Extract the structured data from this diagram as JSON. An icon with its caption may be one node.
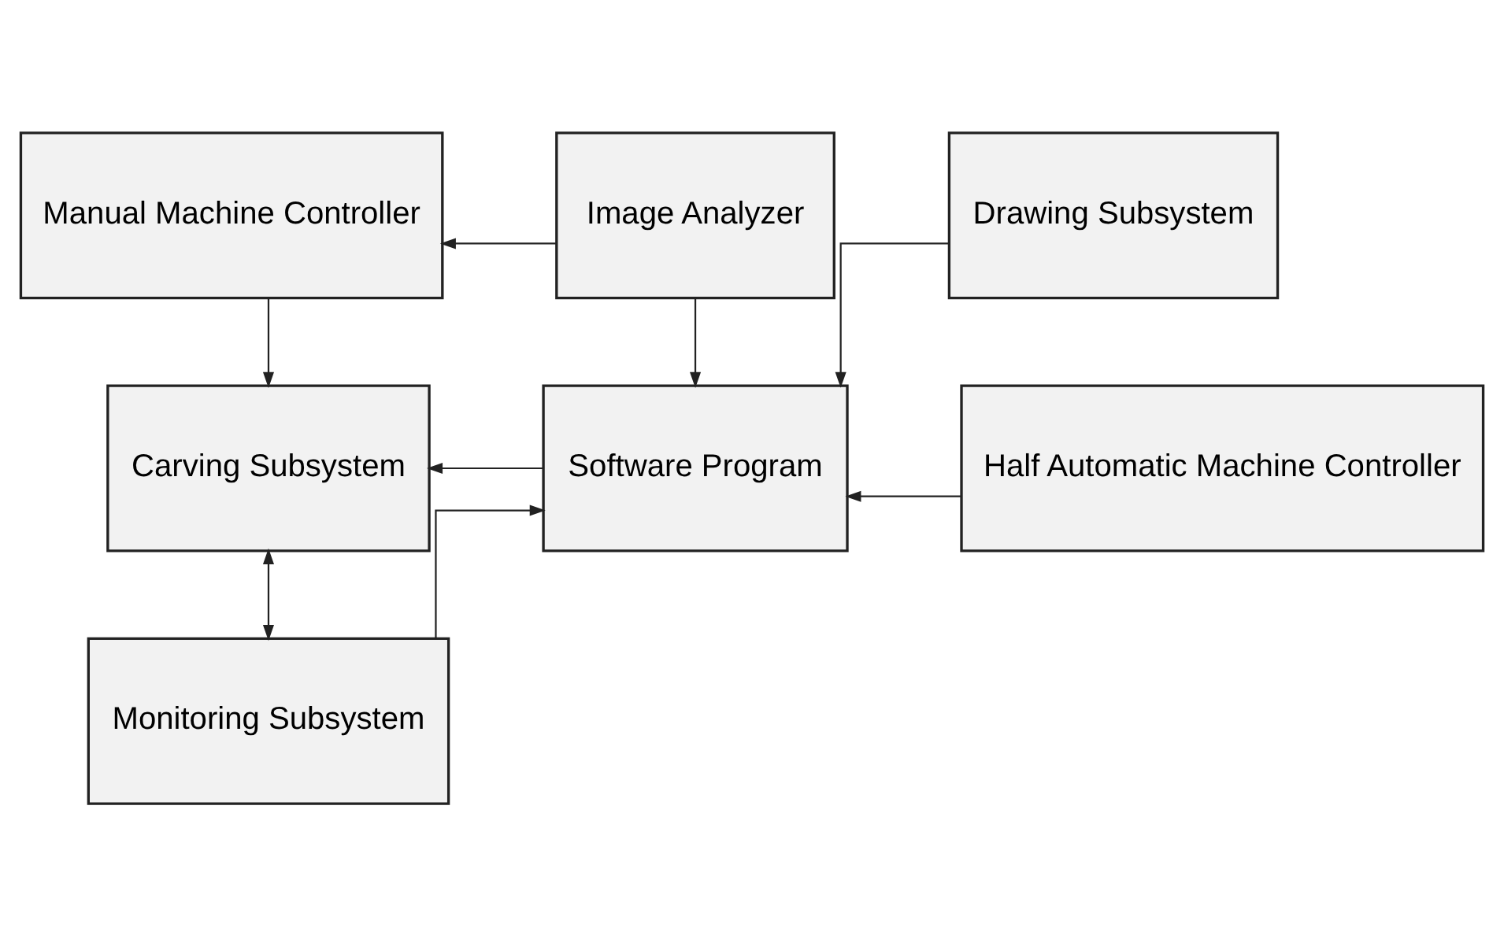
{
  "diagram": {
    "nodes": [
      {
        "text": [
          "Manual Machine Controller"
        ]
      },
      {
        "text": [
          "Image Analyzer"
        ]
      },
      {
        "text": [
          "Drawing Subsystem"
        ]
      },
      {
        "text": [
          "Carving Subsystem"
        ]
      },
      {
        "text": [
          "Software Program"
        ]
      },
      {
        "text": [
          "Half Automatic Machine Controller"
        ]
      },
      {
        "text": [
          "Monitoring Subsystem"
        ]
      }
    ],
    "edges": [
      {
        "from": 1,
        "to": 0,
        "arrow": "to"
      },
      {
        "from": 0,
        "to": 3,
        "arrow": "to"
      },
      {
        "from": 1,
        "to": 4,
        "arrow": "to"
      },
      {
        "from": 2,
        "to": 4,
        "arrow": "to"
      },
      {
        "from": 5,
        "to": 4,
        "arrow": "to"
      },
      {
        "from": 4,
        "to": 3,
        "arrow": "to"
      },
      {
        "from": 3,
        "to": 6,
        "arrow": "both"
      },
      {
        "from": 6,
        "to": 4,
        "arrow": "to"
      }
    ]
  }
}
